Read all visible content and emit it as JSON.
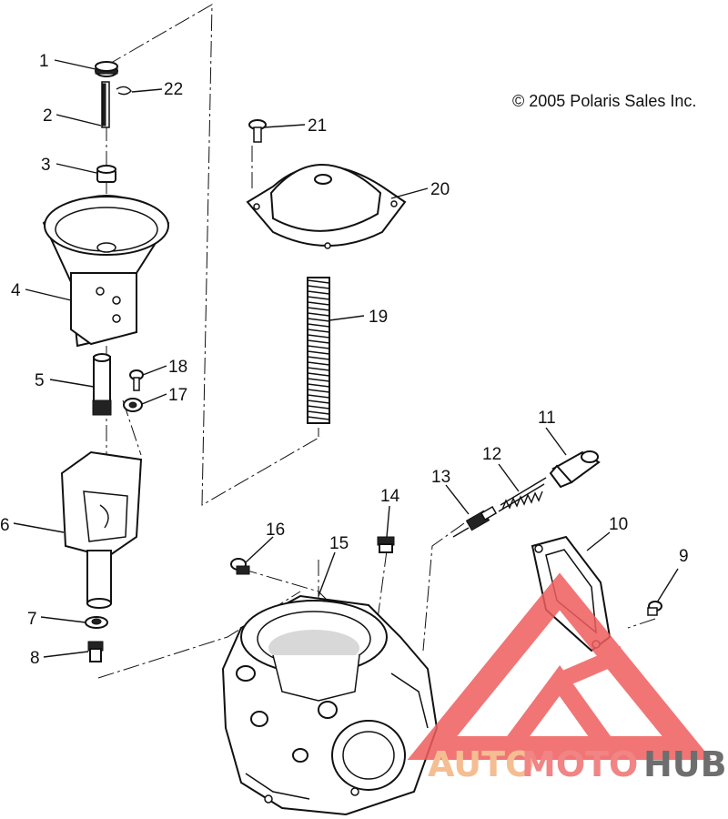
{
  "copyright": "© 2005 Polaris Sales Inc.",
  "callouts": [
    "1",
    "2",
    "3",
    "4",
    "5",
    "6",
    "7",
    "8",
    "9",
    "10",
    "11",
    "12",
    "13",
    "14",
    "15",
    "16",
    "17",
    "18",
    "19",
    "20",
    "21",
    "22"
  ],
  "watermark": {
    "part1": "AUTO",
    "part2": "MOTO",
    "part3": "HUB",
    "colors": {
      "auto": "#f3b37f",
      "moto": "#ef6f6f",
      "hub": "#555555",
      "triangle": "#ef5e5e"
    }
  }
}
